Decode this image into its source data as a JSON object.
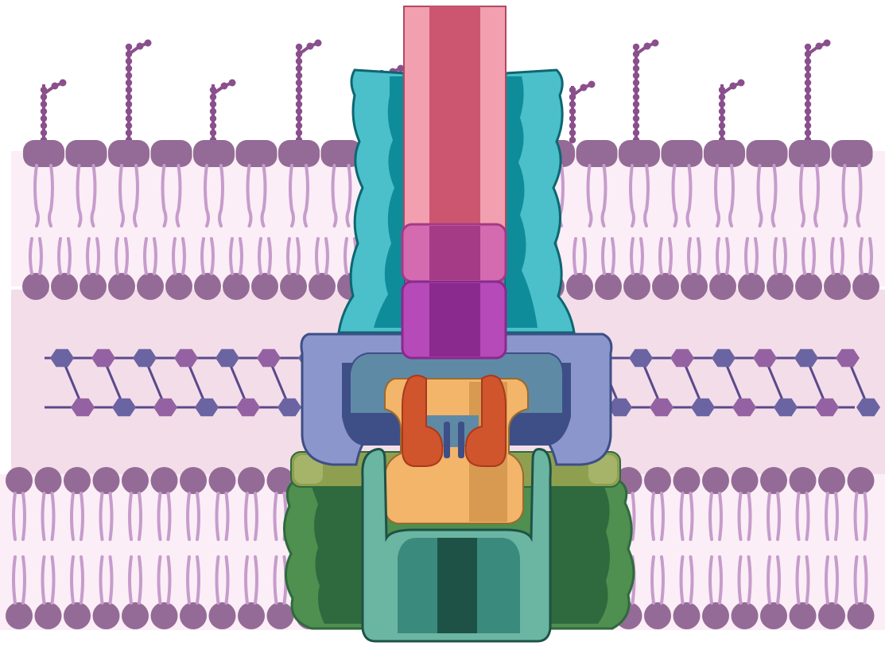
{
  "colors": {
    "background": "#ffffff",
    "outer_membrane_band": "#fbeef6",
    "periplasm_band": "#f3dde9",
    "inner_membrane_band": "#fbeef6",
    "lipid_head": "#946b96",
    "lipid_tail": "#c69ccc",
    "lps_chain": "#8a4f8c",
    "peptidoglycan_line": "#5a4a8a",
    "peptidoglycan_sugar_a": "#6b64a2",
    "peptidoglycan_sugar_b": "#9462a2",
    "outer_channel": "#4bbfca",
    "outer_channel_dark": "#0f8c99",
    "outer_channel_outline": "#0d6670",
    "rod_light": "#f29fb0",
    "rod_dark": "#cc5670",
    "linker_upper": "#d46ab0",
    "linker_upper_dark": "#a53a86",
    "linker_lower": "#b54ab8",
    "linker_lower_dark": "#8a2a8e",
    "ring_periplasm": "#8b97cc",
    "ring_periplasm_dark": "#3e4f87",
    "ring_periplasm_mid": "#5e8aa6",
    "core_orange": "#f2b56a",
    "core_orange_dark": "#d89a50",
    "motor_red": "#d0542c",
    "motor_red_dark": "#a83a1c",
    "inner_ring_top": "#8ea050",
    "inner_ring_top_light": "#a5b468",
    "inner_ring": "#4f8f4f",
    "inner_ring_dark": "#2f6a3e",
    "inner_cup": "#6bb5a3",
    "inner_cup_dark": "#3b8a7e",
    "inner_cup_outline": "#1e5246"
  },
  "structure": {
    "lps_chains_per_leaflet": 10,
    "top_leaflet_lipids": 20,
    "bottom_leaflet_lipids": 30,
    "peptidoglycan_strands": 2
  }
}
